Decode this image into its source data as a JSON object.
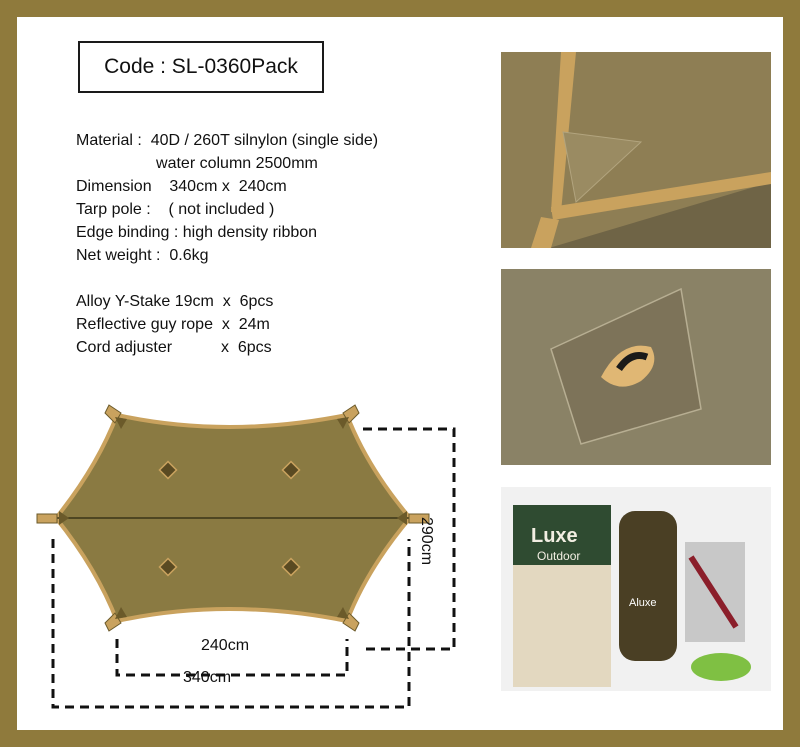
{
  "colors": {
    "border": "#8f7a3c",
    "tarp": "#8a7a42",
    "ribbon": "#c9a25e"
  },
  "code_label": "Code : SL-0360Pack",
  "specs": [
    "Material :  40D / 260T silnylon (single side)",
    "                  water column 2500mm",
    "Dimension    340cm x  240cm",
    "Tarp pole :    ( not included )",
    "Edge binding : high density ribbon",
    "Net weight :  0.6kg"
  ],
  "accessories": [
    "Alloy Y-Stake 19cm  x  6pcs",
    "Reflective guy rope  x  24m",
    "Cord adjuster           x  6pcs"
  ],
  "dimensions": {
    "height": "290cm",
    "inner_width": "240cm",
    "outer_width": "340cm"
  },
  "photos": {
    "corner": "tarp-corner-photo",
    "patch": "tarp-reinforcement-patch-photo",
    "package": "package-contents-photo"
  },
  "package_text": {
    "box_brand": "Luxe",
    "box_sub": "Outdoor",
    "bag_brand": "Aluxe"
  }
}
